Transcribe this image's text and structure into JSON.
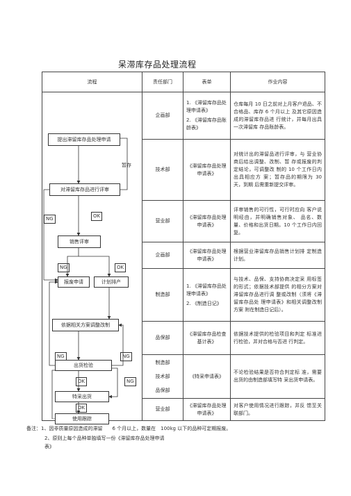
{
  "title": "呆滞库存品处理流程",
  "headers": {
    "flow": "流程",
    "dept": "责任部门",
    "form": "表单",
    "desc": "作业内容"
  },
  "flow": {
    "box1": "提出滞留库存品处理申请",
    "hold": "暂存",
    "box2": "对滞留库存品进行评审",
    "ng1": "NG",
    "ok1": "OK",
    "box3": "销售评审",
    "ng2": "NG",
    "ok2": "OK",
    "box4a": "报废申请",
    "box4b": "计划排产",
    "box5": "依据相关方案调整改制",
    "ng3": "NG",
    "ng4": "NG",
    "box6": "出货检验",
    "ok3": "OK",
    "ng5": "NG",
    "box7": "特采出货",
    "ok4": "OK",
    "box8": "使用跟踪"
  },
  "rows": [
    {
      "dept": "企画部",
      "form1": "1. 《滞留库存品处理申请表》",
      "form2": "2. 《滞留库存品账龄表》",
      "desc": "仓库每月 10 日之前对上月客户退品、不合格品、库存 6 个月以上 及其它原因造成的滞留库存品进 行统计，并每月出具一次滞留库 存品账龄表。"
    },
    {
      "dept": "技术部",
      "form": "《滞留库存品处理申请表》",
      "desc": "对统计出的滞留品进行评审，与 营业协商后给出调整、改制、暂 存或报废的判定结论，可调整改 制的 10 个工作日内出具相应方 案；暂存品的期限为 30 天，到期 后需重新提交评审。"
    },
    {
      "dept": "营业部",
      "form": "《滞留库存品处理申请表》",
      "desc": "评审销售的可行性，可行时应向 客户说明经由，并明确销售对象、 品名、数量、价格和出货日期。10 个工作日内回复。"
    },
    {
      "dept": "企画部",
      "form": "《滞留库存品处理申请表》",
      "desc": "根据营业滞留库存品销售计划排 定制造计划。"
    },
    {
      "dept": "制造部",
      "form1": "1. 《滞留库存品处理申请表》",
      "form2": "2. 《制造日记》",
      "desc": "与技术、品保、支持协商决定采 用标签的形式；依据技术部提供 的相分方案对滞留库存品进行调 整或改制（须将《滞留库存品处 理申请表》和相关调整改制方案 附在制造日记后）。"
    },
    {
      "dept": "品保部",
      "form": "《滞留库存品检查基计表》",
      "desc": "依据技术提供的检验项目和判定 标准进行检验，并对合格与否进 行判定。"
    },
    {
      "dept1": "制造部",
      "dept2": "技术部",
      "dept3": "品保部",
      "form": "《特采申请表》",
      "desc": "不论检验结果是否符合判定标 准，需要出货的由制造部填写特 采出货申请表。"
    },
    {
      "dept": "营业部",
      "form": "《滞留库存品处理申请表》",
      "desc": "对客户使用情况进行跟踪，并反 馈至关联部门。"
    }
  ],
  "footnotes": {
    "line1": "备注：1、因非质量原因造成的滞留　　6 个月以上，数量在　100kg 以下的品种可定期报废。",
    "line2": "2、原则上每个品种单独填写一份《滞留库存品处理申请",
    "line3": "表》"
  }
}
